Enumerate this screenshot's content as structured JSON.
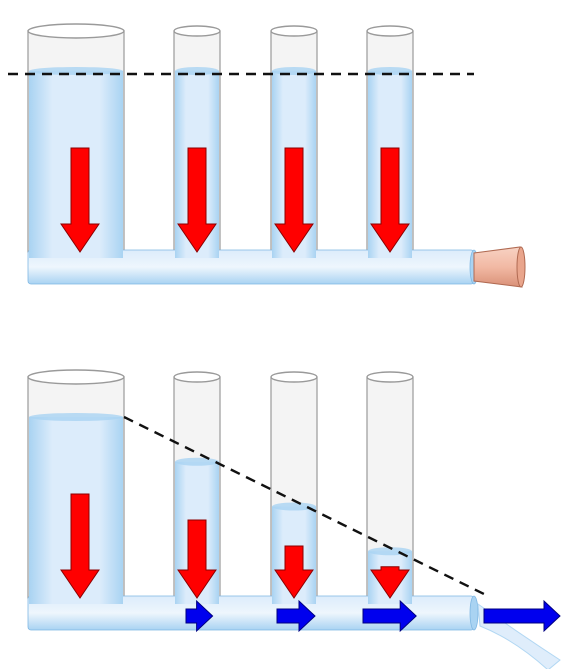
{
  "diagram": {
    "description_text": "",
    "colors": {
      "water_light": "#dcecfb",
      "water_mid": "#a9d3f2",
      "water_edge": "#7fb7e3",
      "tube_rim": "#9a9a9a",
      "tube_glass": "#f4f4f4",
      "pressure_arrow": "#ff0000",
      "pressure_arrow_stroke": "#8b0000",
      "flow_arrow": "#0000ee",
      "flow_arrow_stroke": "#000080",
      "stopper": "#f2b9a4",
      "stopper_stroke": "#b06a52",
      "dashed_line": "#111111"
    },
    "scenes": [
      {
        "name": "closed-outlet",
        "outlet": "stopper",
        "water_levels_fraction": [
          1.0,
          1.0,
          1.0,
          1.0
        ],
        "pressure_arrow_relative": [
          1.0,
          1.0,
          1.0,
          1.0
        ],
        "flow_arrow_relative": [],
        "pressure_line": "horizontal"
      },
      {
        "name": "open-outlet",
        "outlet": "open",
        "water_levels_fraction": [
          1.0,
          0.75,
          0.5,
          0.25
        ],
        "pressure_arrow_relative": [
          1.0,
          0.75,
          0.5,
          0.3
        ],
        "flow_arrow_relative": [
          0.35,
          0.5,
          0.7,
          1.0
        ],
        "pressure_line": "sloped"
      }
    ]
  }
}
